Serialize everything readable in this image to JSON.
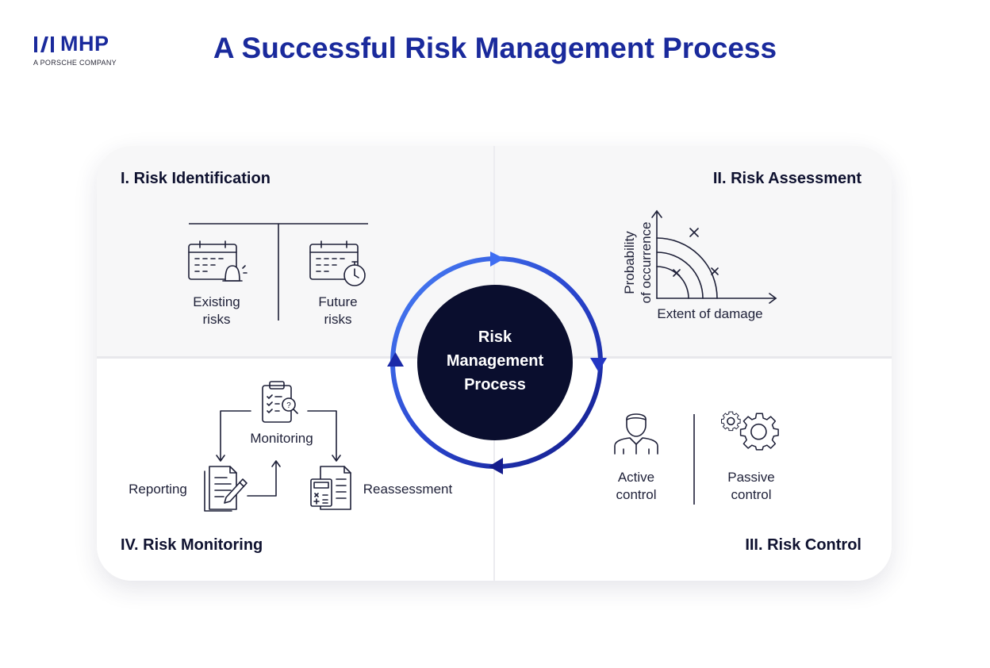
{
  "logo": {
    "name": "MHP",
    "tagline": "A PORSCHE COMPANY"
  },
  "title": "A Successful Risk Management Process",
  "center": {
    "line1": "Risk",
    "line2": "Management",
    "line3": "Process"
  },
  "quadrants": {
    "identification": {
      "title": "I. Risk Identification",
      "existing": {
        "line1": "Existing",
        "line2": "risks"
      },
      "future": {
        "line1": "Future",
        "line2": "risks"
      }
    },
    "assessment": {
      "title": "II. Risk Assessment",
      "y_label_1": "Probability",
      "y_label_2": "of occurrence",
      "x_label": "Extent of damage"
    },
    "control": {
      "title": "III. Risk Control",
      "active": {
        "line1": "Active",
        "line2": "control"
      },
      "passive": {
        "line1": "Passive",
        "line2": "control"
      }
    },
    "monitoring": {
      "title": "IV. Risk Monitoring",
      "monitoring": "Monitoring",
      "reporting": "Reporting",
      "reassessment": "Reassessment"
    }
  },
  "colors": {
    "brand": "#1a2a9c",
    "ring_light": "#3b6cf0",
    "ring_dark": "#141d8c",
    "center_fill": "#0a0e2e"
  }
}
